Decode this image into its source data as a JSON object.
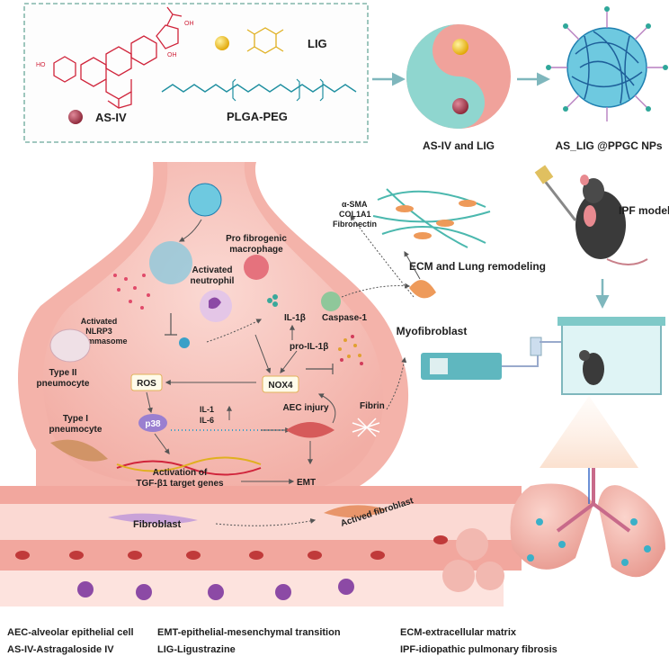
{
  "box": {
    "asiv": "AS-IV",
    "lig": "LIG",
    "plga": "PLGA-PEG"
  },
  "top": {
    "combo": "AS-IV and LIG",
    "nps": "AS_LIG @PPGC NPs",
    "ipf_model": "IPF model"
  },
  "ecm": {
    "markers": [
      "α-SMA",
      "COL1A1",
      "Fibronectin"
    ],
    "remodel": "ECM and Lung remodeling",
    "myo": "Myofibroblast"
  },
  "alveolus": {
    "pro_macrophage": [
      "Pro fibrogenic",
      "macrophage"
    ],
    "neutrophil": [
      "Activated",
      "neutrophil"
    ],
    "nlrp3": [
      "Activated",
      "NLRP3",
      "inflammasome"
    ],
    "il1b": "IL-1β",
    "pro_il1b": "pro-IL-1β",
    "caspase": "Caspase-1",
    "type2": [
      "Type II",
      "pneumocyte"
    ],
    "ros": "ROS",
    "nox4": "NOX4",
    "type1": [
      "Type I",
      "pneumocyte"
    ],
    "p38": "p38",
    "il1": "IL-1",
    "il6": "IL-6",
    "aec": "AEC injury",
    "fibrin": "Fibrin",
    "tgf": [
      "Activation of",
      "TGF-β1 target genes"
    ],
    "emt": "EMT",
    "fibroblast": "Fibroblast",
    "actived": "Actived fibroblast"
  },
  "legend": [
    "AEC-alveolar epithelial cell",
    "EMT-epithelial-mesenchymal transition",
    "ECM-extracellular matrix",
    "AS-IV-Astragaloside IV",
    "LIG-Ligustrazine",
    "IPF-idiopathic pulmonary fibrosis"
  ],
  "colors": {
    "tissue": "#f4b9b2",
    "tissue_dark": "#e8958c",
    "teal": "#7fd0c8",
    "vessel": "#c03a3a",
    "arrow": "#555555"
  }
}
